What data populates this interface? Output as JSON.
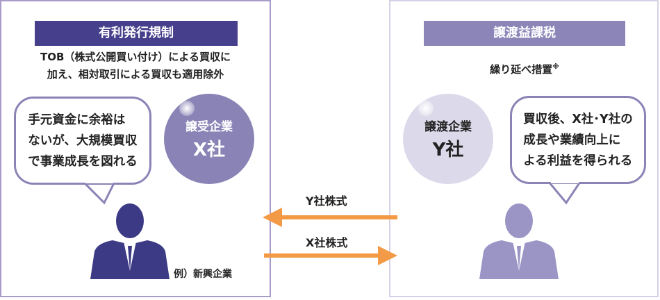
{
  "left": {
    "header": "有利発行規制",
    "desc": [
      "TOB（株式公開買い付け）による買収に",
      "加え、相対取引による買収も適用除外"
    ],
    "bubble": [
      "手元資金に余裕は",
      "ないが、大規模買収",
      "で事業成長を図れる"
    ],
    "circle": {
      "role": "譲受企業",
      "name": "X社"
    },
    "example": "例）新興企業"
  },
  "right": {
    "header": "譲渡益課税",
    "desc": "繰り延べ措置",
    "note_mark": "※",
    "bubble": [
      "買収後、X社･Y社の",
      "成長や業績向上に",
      "よる利益を得られる"
    ],
    "circle": {
      "role": "譲渡企業",
      "name": "Y社"
    }
  },
  "arrows": {
    "top": "Y社株式",
    "bottom": "X社株式"
  },
  "colors": {
    "left_header": "#463f8b",
    "right_header": "#8b85b8",
    "arrow": "#f29a45",
    "left_person": "#3d3a85",
    "right_person": "#9a95c5"
  }
}
